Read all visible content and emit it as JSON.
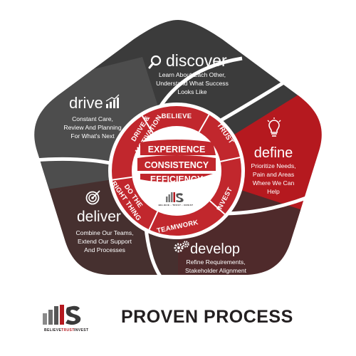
{
  "colors": {
    "dark": "#3a3a3a",
    "charcoal": "#4a4a4a",
    "red": "#b5191f",
    "maroon": "#5a2a2a",
    "brown": "#4a3030",
    "ring": "#c1272d",
    "white": "#ffffff"
  },
  "segments": {
    "discover": {
      "title": "discover",
      "line1": "Learn About Each Other,",
      "line2": "Understand What Success",
      "line3": "Looks Like",
      "icon": "magnifier-icon"
    },
    "define": {
      "title": "define",
      "line1": "Prioritize Needs,",
      "line2": "Pain and Areas",
      "line3": "Where We Can",
      "line4": "Help",
      "icon": "lightbulb-icon"
    },
    "develop": {
      "title": "develop",
      "line1": "Refine Requirements,",
      "line2": "Stakeholder Alignment",
      "icon": "gears-icon"
    },
    "deliver": {
      "title": "deliver",
      "line1": "Combine Our Teams,",
      "line2": "Extend Our Support",
      "line3": "And Processes",
      "icon": "target-icon"
    },
    "drive": {
      "title": "drive",
      "line1": "Constant Care,",
      "line2": "Review And Planning",
      "line3": "For What's Next",
      "icon": "bar-chart-icon"
    }
  },
  "ring": {
    "believe": "BELIEVE",
    "trust": "TRUST",
    "invest": "INVEST",
    "teamwork": "TEAMWORK",
    "right_thing_1": "DO THE",
    "right_thing_2": "RIGHT THING",
    "drive_motivation_1": "DRIVE &",
    "drive_motivation_2": "MOTIVATION"
  },
  "center": {
    "word1": "EXPERIENCE",
    "word2": "CONSISTENCY",
    "word3": "EFFICIENCY",
    "mini_logo_tag": "BELIEVE • TRUST • INVEST"
  },
  "footer": {
    "title": "PROVEN PROCESS",
    "tag_believe": "BELIEVE",
    "tag_trust": "TRUST",
    "tag_invest": "INVEST",
    "logo_letters": "IS"
  }
}
